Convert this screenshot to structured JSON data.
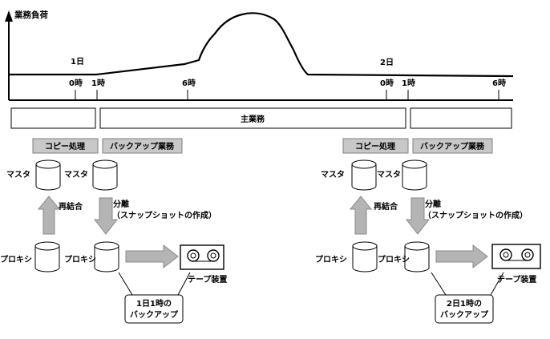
{
  "y_axis_label": "業務負荷",
  "timeline": {
    "day1_label": "1日",
    "day2_label": "2日",
    "tick_labels": {
      "d1_0": "0時",
      "d1_1": "1時",
      "d1_6": "6時",
      "d2_0": "0時",
      "d2_1": "1時",
      "d2_6": "6時"
    }
  },
  "main_job_label": "主業務",
  "panels": [
    {
      "copy_label": "コピー処理",
      "backup_job_label": "バックアップ業務",
      "master_left": "マスタ",
      "master_right": "マスタ",
      "rejoin_label": "再結合",
      "split_label_1": "分離",
      "split_label_2": "（スナップショットの作成）",
      "proxy_left": "プロキシ",
      "proxy_right": "プロキシ",
      "tape_label": "テープ装置",
      "backup_time_1": "1日1時の",
      "backup_time_2": "バックアップ"
    },
    {
      "copy_label": "コピー処理",
      "backup_job_label": "バックアップ業務",
      "master_left": "マスタ",
      "master_right": "マスタ",
      "rejoin_label": "再結合",
      "split_label_1": "分離",
      "split_label_2": "（スナップショットの作成）",
      "proxy_left": "プロキシ",
      "proxy_right": "プロキシ",
      "tape_label": "テープ装置",
      "backup_time_1": "2日1時の",
      "backup_time_2": "バックアップ"
    }
  ]
}
